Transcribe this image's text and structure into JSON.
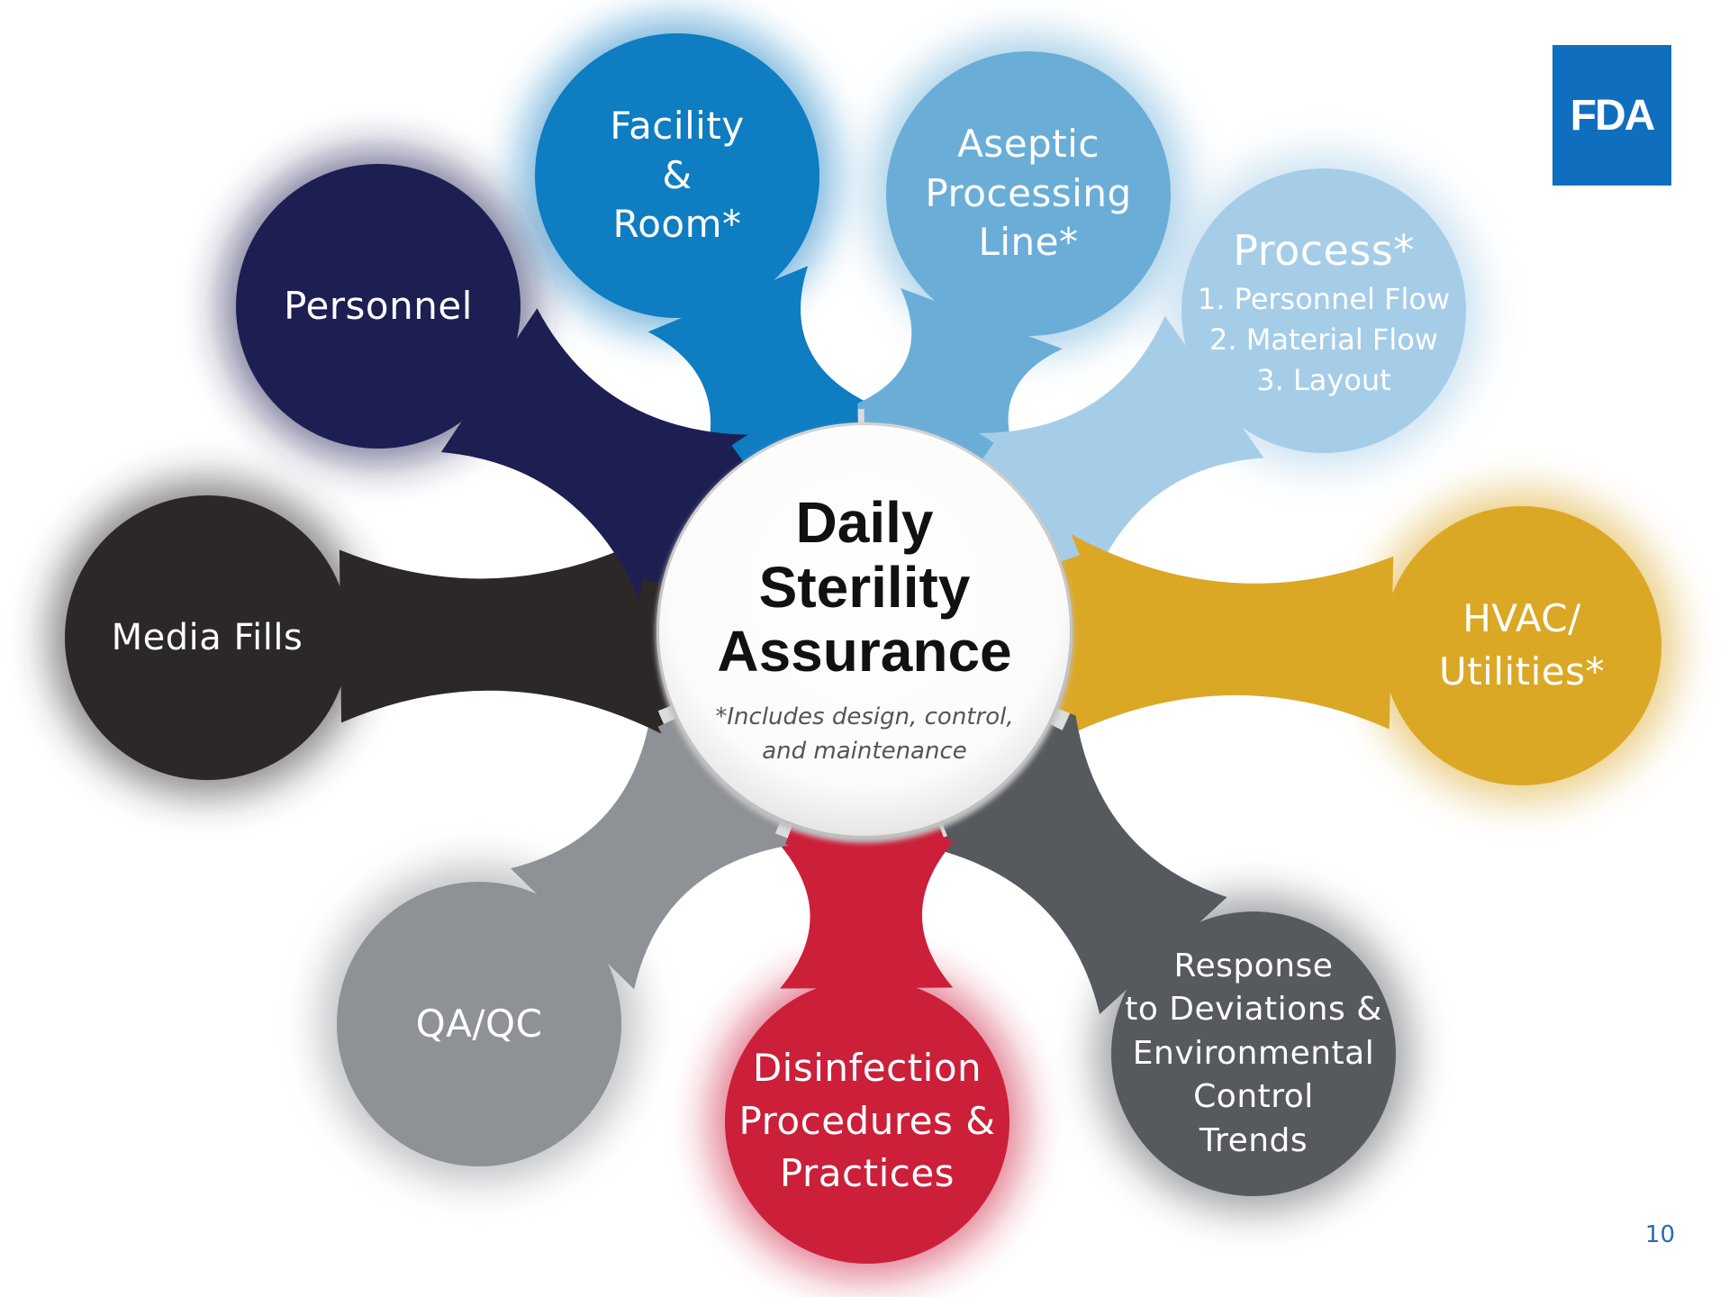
{
  "center": {
    "title": "Daily\nSterility\nAssurance",
    "note": "*Includes design, control,\nand maintenance"
  },
  "nodes": [
    {
      "id": "facility",
      "title": "Facility\n&\nRoom*",
      "color": "#0e7dc2"
    },
    {
      "id": "aseptic",
      "title": "Aseptic\nProcessing\nLine*",
      "color": "#6aaed8"
    },
    {
      "id": "process",
      "title": "Process*",
      "subtitle": "1. Personnel Flow\n2. Material Flow\n3. Layout",
      "color": "#a6cde8"
    },
    {
      "id": "hvac",
      "title": "HVAC/\nUtilities*",
      "color": "#dba826"
    },
    {
      "id": "response",
      "title": "Response\nto Deviations &\nEnvironmental\nControl\nTrends",
      "color": "#565a5e"
    },
    {
      "id": "disinfection",
      "title": "Disinfection\nProcedures &\nPractices",
      "color": "#cc1f3a"
    },
    {
      "id": "qaqc",
      "title": "QA/QC",
      "color": "#8e9195"
    },
    {
      "id": "media",
      "title": "Media Fills",
      "color": "#2b2827"
    },
    {
      "id": "personnel",
      "title": "Personnel",
      "color": "#1d1f52"
    }
  ],
  "logo": {
    "text": "FDA",
    "color": "#0f6fbe"
  },
  "page_number": "10"
}
